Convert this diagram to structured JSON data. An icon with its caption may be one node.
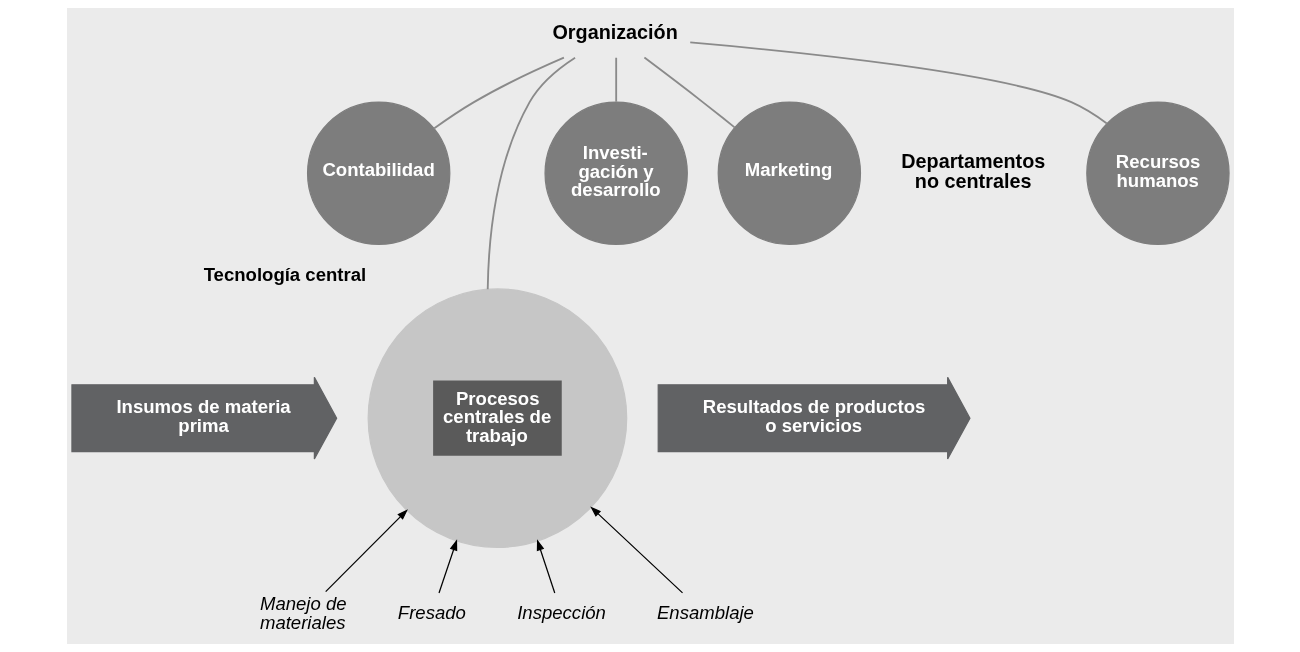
{
  "diagram": {
    "nodes": [
      {
        "text": [
          "Organización"
        ]
      },
      {
        "text": [
          "Recursos humanos"
        ]
      },
      {
        "text": [
          "Contabilidad"
        ]
      },
      {
        "text": [
          "Procesos centrales de trabajo"
        ],
        "beside": [
          "Tecnología central"
        ]
      },
      {
        "text": [
          "Investi- gación y desarrollo"
        ]
      },
      {
        "text": [
          "Marketing"
        ]
      },
      {
        "text": [
          "Insumos de materia prima"
        ]
      },
      {
        "text": [
          "Resultados de productos o servicios"
        ]
      },
      {
        "text": [
          "Manejo de materiales"
        ]
      },
      {
        "text": [
          "Fresado"
        ]
      },
      {
        "text": [
          "Inspección"
        ]
      },
      {
        "text": [
          "Ensamblaje"
        ]
      }
    ],
    "edges": [
      {
        "from": 0,
        "to": 1,
        "arrow": "none"
      },
      {
        "from": 0,
        "to": 2,
        "arrow": "none"
      },
      {
        "from": 0,
        "to": 3,
        "arrow": "none"
      },
      {
        "from": 0,
        "to": 4,
        "arrow": "none"
      },
      {
        "from": 0,
        "to": 5,
        "arrow": "none"
      },
      {
        "from": 8,
        "to": 3,
        "arrow": "to",
        "color": "#000000"
      },
      {
        "from": 9,
        "to": 3,
        "arrow": "to",
        "color": "#000000"
      },
      {
        "from": 10,
        "to": 3,
        "arrow": "to",
        "color": "#000000"
      },
      {
        "from": 11,
        "to": 3,
        "arrow": "to",
        "color": "#000000"
      }
    ],
    "labels": [
      "Departamentos no centrales"
    ]
  }
}
